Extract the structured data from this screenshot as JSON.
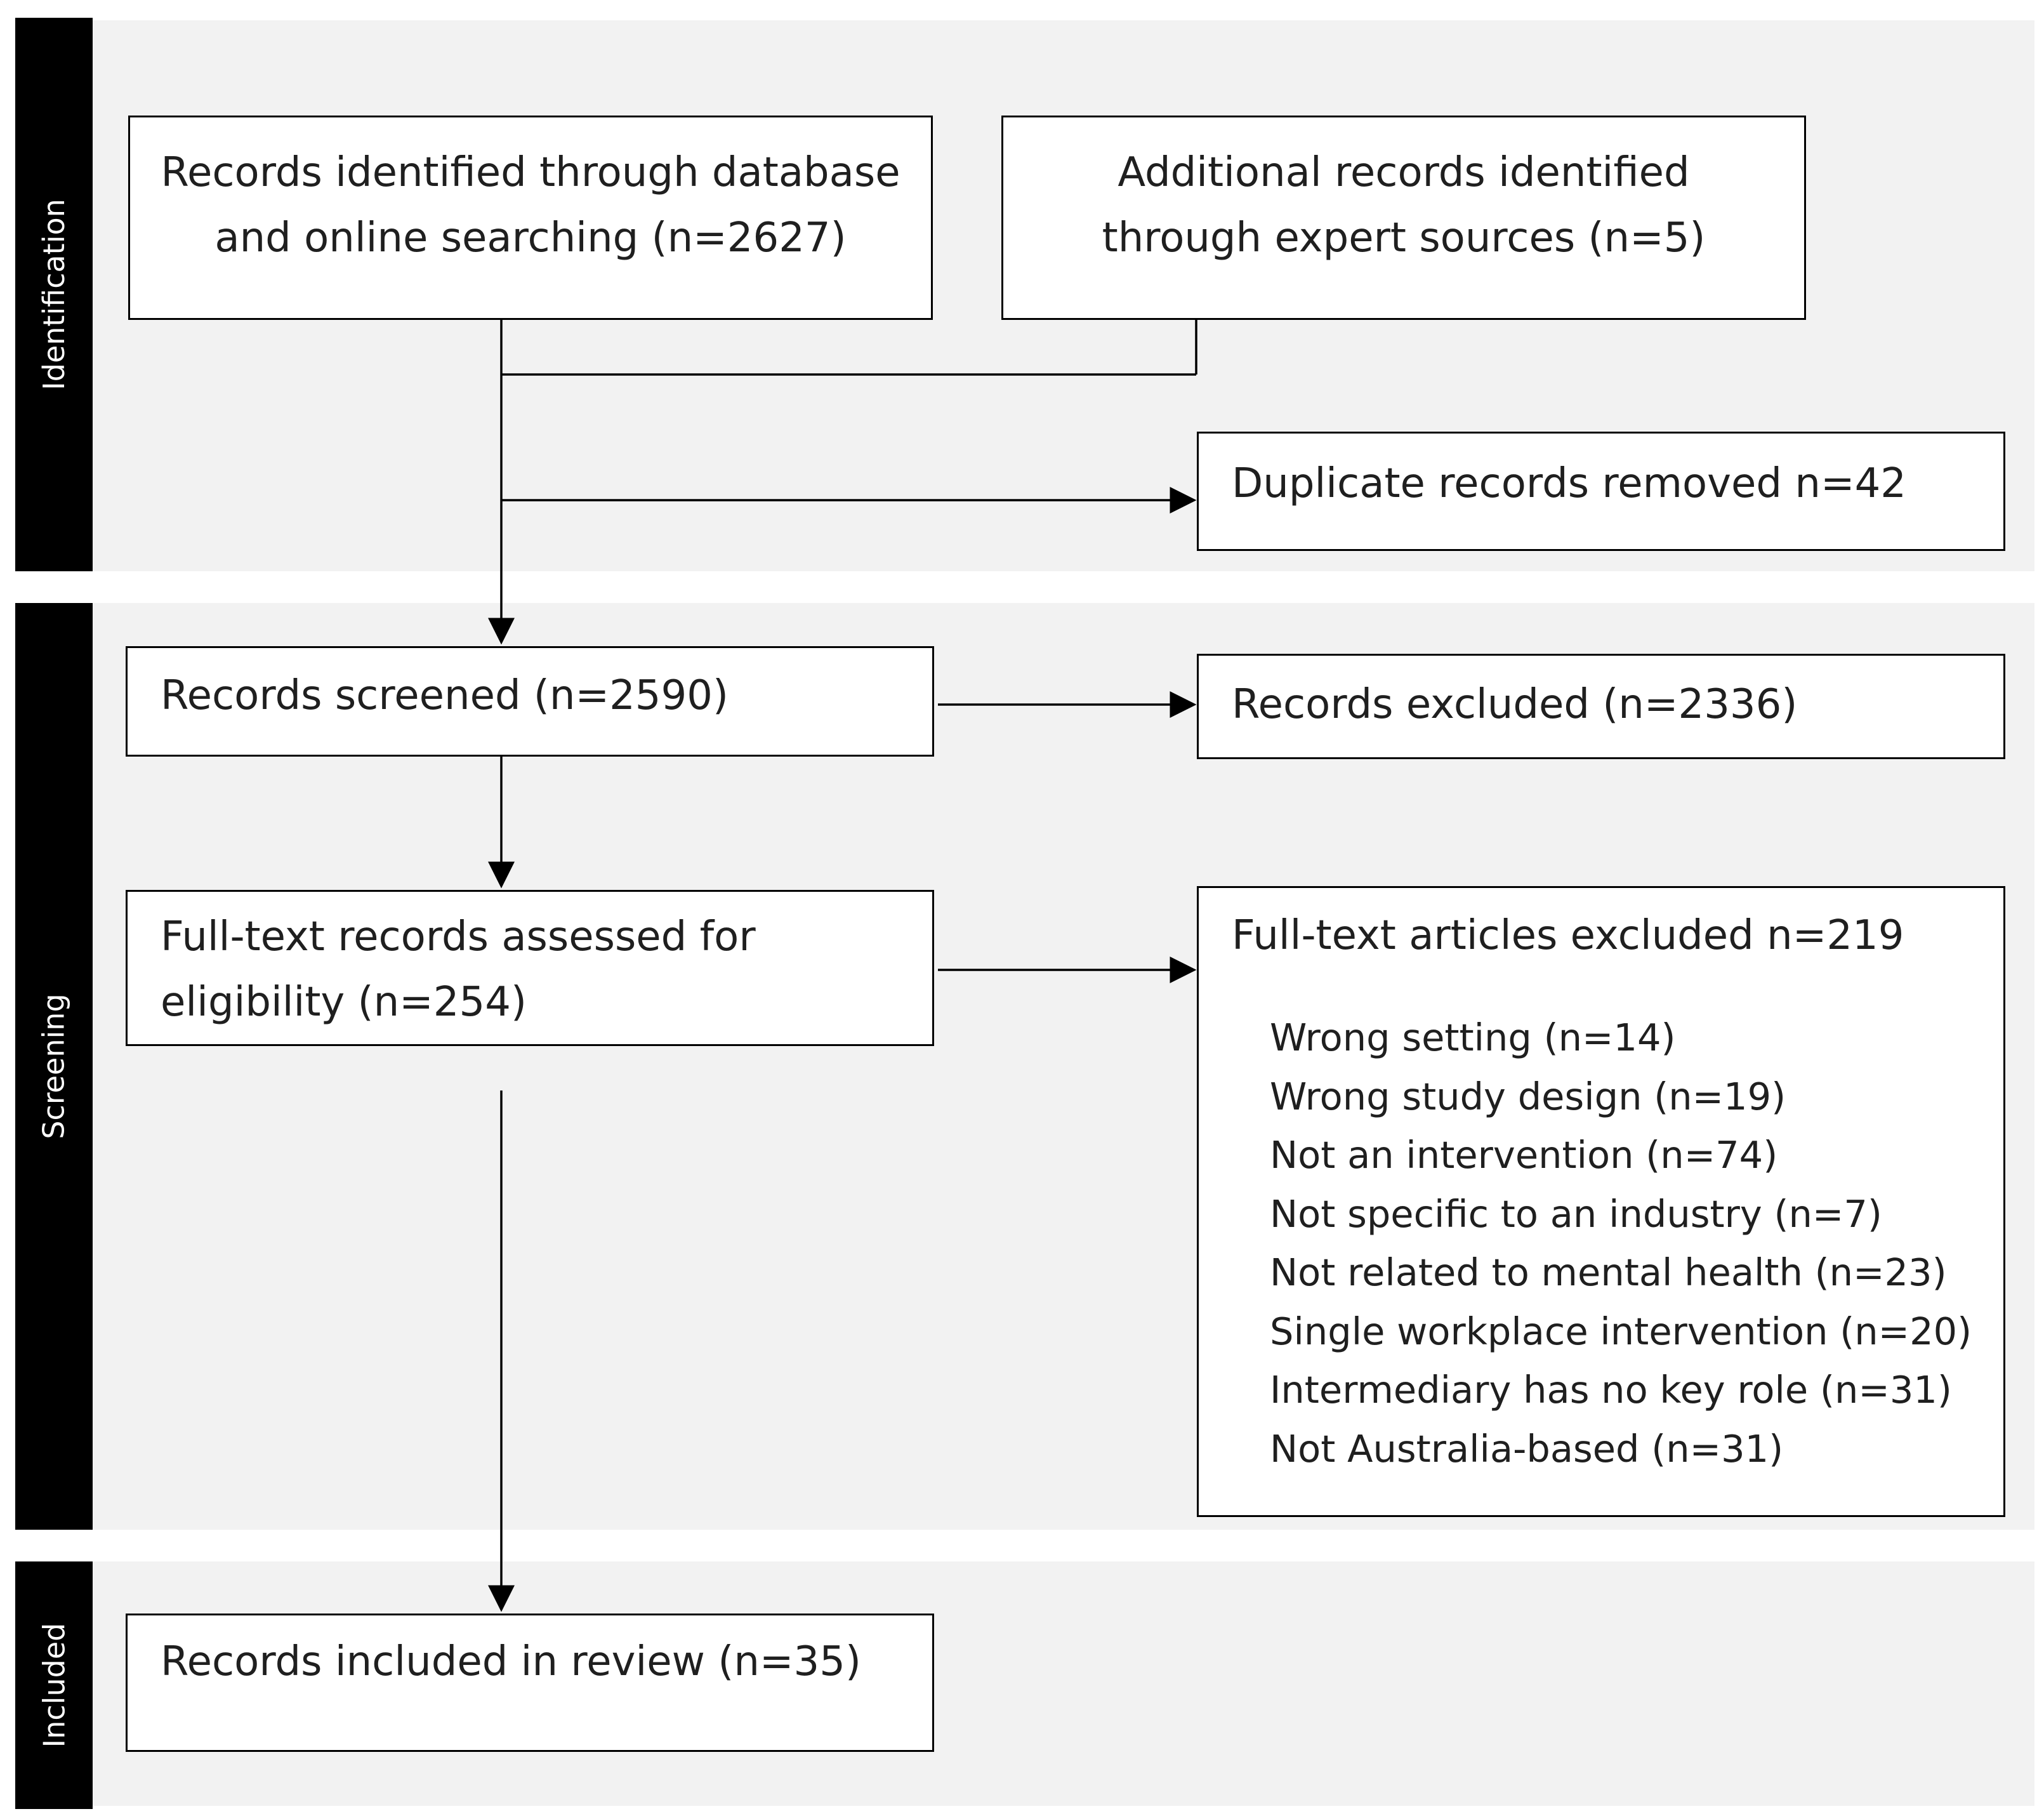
{
  "phases": {
    "identification": "Identification",
    "screening": "Screening",
    "included": "Included"
  },
  "boxes": {
    "database": {
      "lines": [
        "Records identified through database",
        "and online searching (n=2627)"
      ]
    },
    "expert": {
      "lines": [
        "Additional records identified",
        "through expert sources (n=5)"
      ]
    },
    "duplicates": {
      "text": "Duplicate records removed n=42"
    },
    "screened": {
      "text": "Records screened (n=2590)"
    },
    "excluded": {
      "text": "Records excluded (n=2336)"
    },
    "fulltext": {
      "lines": [
        "Full-text records assessed for",
        "eligibility (n=254)"
      ]
    },
    "fulltext_excluded": {
      "title": "Full-text articles excluded n=219",
      "reasons": [
        "Wrong setting (n=14)",
        "Wrong study design (n=19)",
        "Not an intervention (n=74)",
        "Not specific to an industry (n=7)",
        "Not related to mental health (n=23)",
        "Single workplace intervention (n=20)",
        "Intermediary has no key role (n=31)",
        "Not Australia-based (n=31)"
      ]
    },
    "included": {
      "text": "Records included in review (n=35)"
    }
  }
}
